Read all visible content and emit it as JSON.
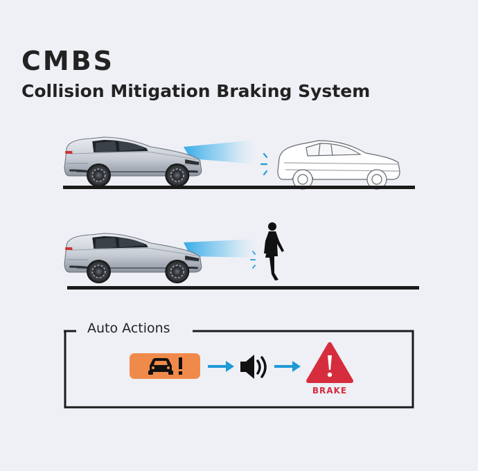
{
  "header": {
    "title": "CMBS",
    "subtitle": "Collision Mitigation Braking System"
  },
  "actions": {
    "label": "Auto Actions",
    "brake_label": "BRAKE"
  },
  "colors": {
    "background": "#eef0f5",
    "warning_orange": "#f08a4b",
    "arrow_blue": "#1e9ad6",
    "brake_red": "#d62d3e",
    "sensor_blue": "#1e9ad6",
    "road": "#1b1b1b"
  },
  "icons": {
    "warning": "car-exclamation-icon",
    "audio": "speaker-icon",
    "brake": "warning-triangle-icon"
  }
}
